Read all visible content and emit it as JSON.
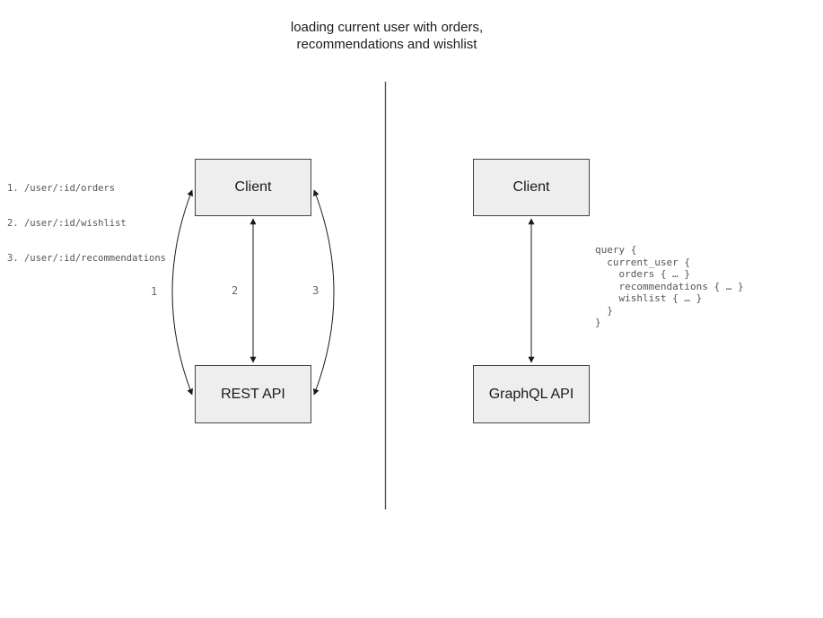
{
  "title": {
    "line1": "loading current user with orders,",
    "line2": "recommendations and wishlist"
  },
  "left": {
    "endpoints": [
      "1. /user/:id/orders",
      "2. /user/:id/wishlist",
      "3. /user/:id/recommendations"
    ],
    "client_label": "Client",
    "api_label": "REST API",
    "arrow_labels": [
      "1",
      "2",
      "3"
    ]
  },
  "right": {
    "client_label": "Client",
    "api_label": "GraphQL API",
    "query": "query {\n  current_user {\n    orders { … }\n    recommendations { … }\n    wishlist { … }\n  }\n}"
  },
  "colors": {
    "box_fill": "#eeeeee",
    "box_border": "#444444",
    "arrow": "#1a1a1a",
    "divider": "#555555",
    "muted_text": "#555555",
    "label_text": "#666666",
    "title_text": "#1c1c1c"
  }
}
